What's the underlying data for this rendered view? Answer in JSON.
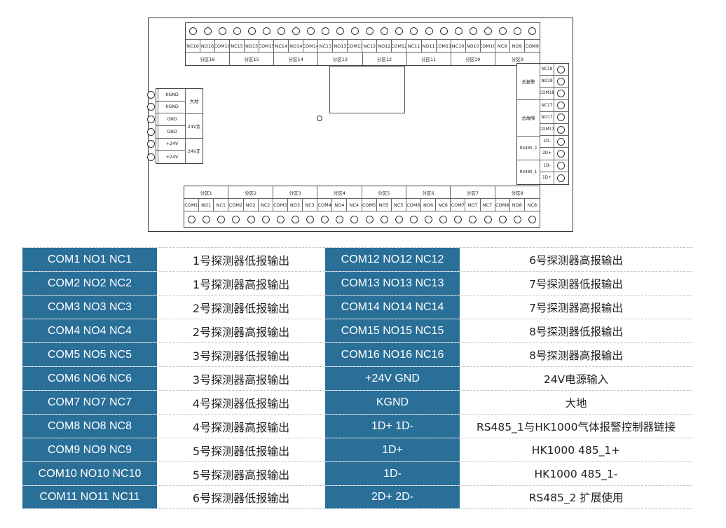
{
  "board": {
    "top_terminals": [
      "NC16",
      "NO16",
      "COM16",
      "NC15",
      "NO15",
      "COM15",
      "NC14",
      "NO14",
      "COM14",
      "NC13",
      "NO13",
      "COM13",
      "NC12",
      "NO12",
      "COM12",
      "NC11",
      "NO11",
      "COM11",
      "NC10",
      "NO10",
      "COM10",
      "NC9",
      "NO9",
      "COM9"
    ],
    "top_zones": [
      "分区16",
      "分区15",
      "分区14",
      "分区13",
      "分区12",
      "分区11",
      "分区10",
      "分区9"
    ],
    "bottom_zones": [
      "分区1",
      "分区2",
      "分区3",
      "分区4",
      "分区5",
      "分区6",
      "分区7",
      "分区8"
    ],
    "bottom_terminals": [
      "COM1",
      "NO1",
      "NC1",
      "COM2",
      "NO2",
      "NC2",
      "COM3",
      "NO3",
      "NC3",
      "COM4",
      "NO4",
      "NC4",
      "COM5",
      "NO5",
      "NC5",
      "COM6",
      "NO6",
      "NC6",
      "COM7",
      "NO7",
      "NC7",
      "COM8",
      "NO8",
      "NC8"
    ],
    "left_terminals": [
      "KGND",
      "KGND",
      "GND",
      "GND",
      "+24V",
      "+24V"
    ],
    "left_groups": [
      "大地",
      "24V负",
      "24V正"
    ],
    "right_terminals": [
      "NC18",
      "NO18",
      "COM18",
      "NC17",
      "NO17",
      "COM17",
      "2D-",
      "2D+",
      "1D-",
      "1D+"
    ],
    "right_groups": [
      "总报警",
      "总故障",
      "RS485_2",
      "RS485_1"
    ]
  },
  "legend": {
    "left": [
      {
        "key": "COM1 NO1 NC1",
        "value": "1号探测器低报输出"
      },
      {
        "key": "COM2 NO2 NC2",
        "value": "1号探测器高报输出"
      },
      {
        "key": "COM3 NO3 NC3",
        "value": "2号探测器低报输出"
      },
      {
        "key": "COM4 NO4 NC4",
        "value": "2号探测器高报输出"
      },
      {
        "key": "COM5 NO5 NC5",
        "value": "3号探测器低报输出"
      },
      {
        "key": "COM6 NO6 NC6",
        "value": "3号探测器高报输出"
      },
      {
        "key": "COM7 NO7 NC7",
        "value": "4号探测器低报输出"
      },
      {
        "key": "COM8 NO8 NC8",
        "value": "4号探测器高报输出"
      },
      {
        "key": "COM9 NO9 NC9",
        "value": "5号探测器低报输出"
      },
      {
        "key": "COM10 NO10 NC10",
        "value": "5号探测器高报输出"
      },
      {
        "key": "COM11 NO11 NC11",
        "value": "6号探测器低报输出"
      }
    ],
    "right": [
      {
        "key": "COM12 NO12 NC12",
        "value": "6号探测器高报输出"
      },
      {
        "key": "COM13 NO13 NC13",
        "value": "7号探测器低报输出"
      },
      {
        "key": "COM14 NO14 NC14",
        "value": "7号探测器高报输出"
      },
      {
        "key": "COM15 NO15 NC15",
        "value": "8号探测器低报输出"
      },
      {
        "key": "COM16 NO16 NC16",
        "value": "8号探测器高报输出"
      },
      {
        "key": "+24V  GND",
        "value": "24V电源输入"
      },
      {
        "key": "KGND",
        "value": "大地"
      },
      {
        "key": "1D+  1D-",
        "value": "RS485_1与HK1000气体报警控制器链接"
      },
      {
        "key": "1D+",
        "value": "HK1000  485_1+"
      },
      {
        "key": "1D-",
        "value": "HK1000  485_1-"
      },
      {
        "key": "2D+  2D-",
        "value": "RS485_2 扩展使用"
      }
    ]
  }
}
